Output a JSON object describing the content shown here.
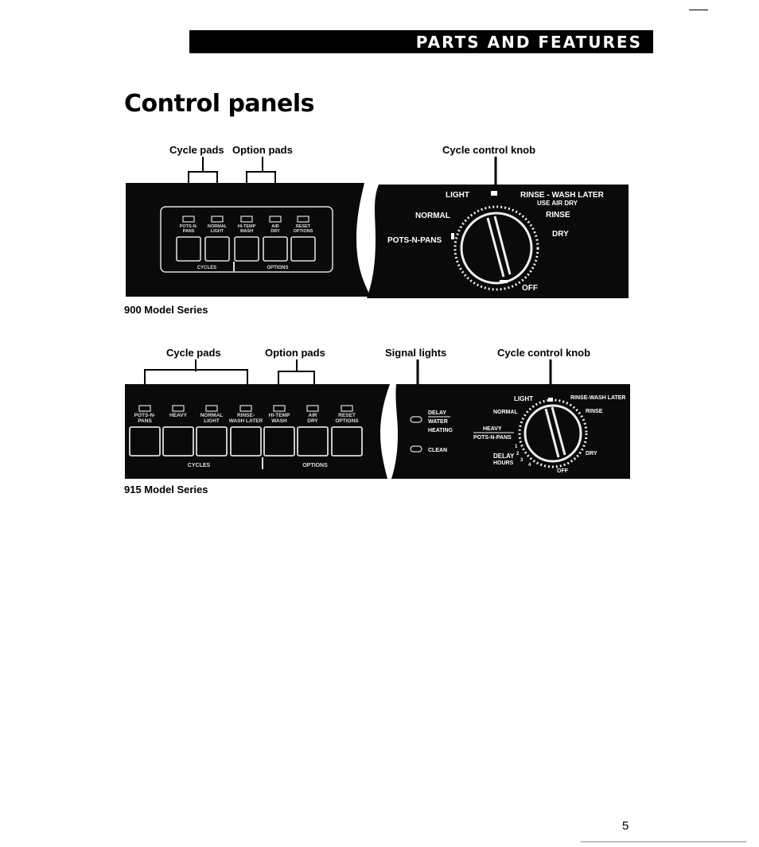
{
  "header": {
    "section_title": "PARTS AND FEATURES"
  },
  "page": {
    "title": "Control panels",
    "number": "5"
  },
  "model900": {
    "callouts": {
      "cycle_pads": "Cycle pads",
      "option_pads": "Option pads",
      "knob": "Cycle control knob"
    },
    "series": "900 Model Series",
    "pads": [
      {
        "top": "POTS-N-",
        "bottom": "PANS"
      },
      {
        "top": "NORMAL",
        "bottom": "LIGHT"
      },
      {
        "top": "HI-TEMP",
        "bottom": "WASH"
      },
      {
        "top": "AIR",
        "bottom": "DRY"
      },
      {
        "top": "RESET",
        "bottom": "OPTIONS"
      }
    ],
    "group_labels": {
      "cycles": "CYCLES",
      "options": "OPTIONS"
    },
    "knob_labels": {
      "light": "LIGHT",
      "rinse_wash_later": "RINSE - WASH LATER",
      "use_air_dry": "USE AIR DRY",
      "normal": "NORMAL",
      "rinse": "RINSE",
      "pots_n_pans": "POTS-N-PANS",
      "dry": "DRY",
      "off": "OFF"
    }
  },
  "model915": {
    "callouts": {
      "cycle_pads": "Cycle pads",
      "option_pads": "Option pads",
      "signal_lights": "Signal lights",
      "knob": "Cycle control knob"
    },
    "series": "915 Model Series",
    "pads": [
      {
        "top": "POTS-N-",
        "bottom": "PANS"
      },
      {
        "top": "HEAVY",
        "bottom": ""
      },
      {
        "top": "NORMAL",
        "bottom": "LIGHT"
      },
      {
        "top": "RINSE-",
        "bottom": "WASH LATER"
      },
      {
        "top": "HI-TEMP",
        "bottom": "WASH"
      },
      {
        "top": "AIR",
        "bottom": "DRY"
      },
      {
        "top": "RESET",
        "bottom": "OPTIONS"
      }
    ],
    "group_labels": {
      "cycles": "CYCLES",
      "options": "OPTIONS"
    },
    "signals": {
      "delay": "DELAY",
      "water": "WATER",
      "heating": "HEATING",
      "clean": "CLEAN"
    },
    "knob_labels": {
      "light": "LIGHT",
      "rinse_wash_later": "RINSE-WASH LATER",
      "normal": "NORMAL",
      "rinse": "RINSE",
      "heavy": "HEAVY",
      "pots_n_pans": "POTS-N-PANS",
      "delay": "DELAY",
      "hours": "HOURS",
      "dry": "DRY",
      "off": "OFF",
      "h1": "1",
      "h2": "2",
      "h3": "3",
      "h4": "4"
    }
  }
}
